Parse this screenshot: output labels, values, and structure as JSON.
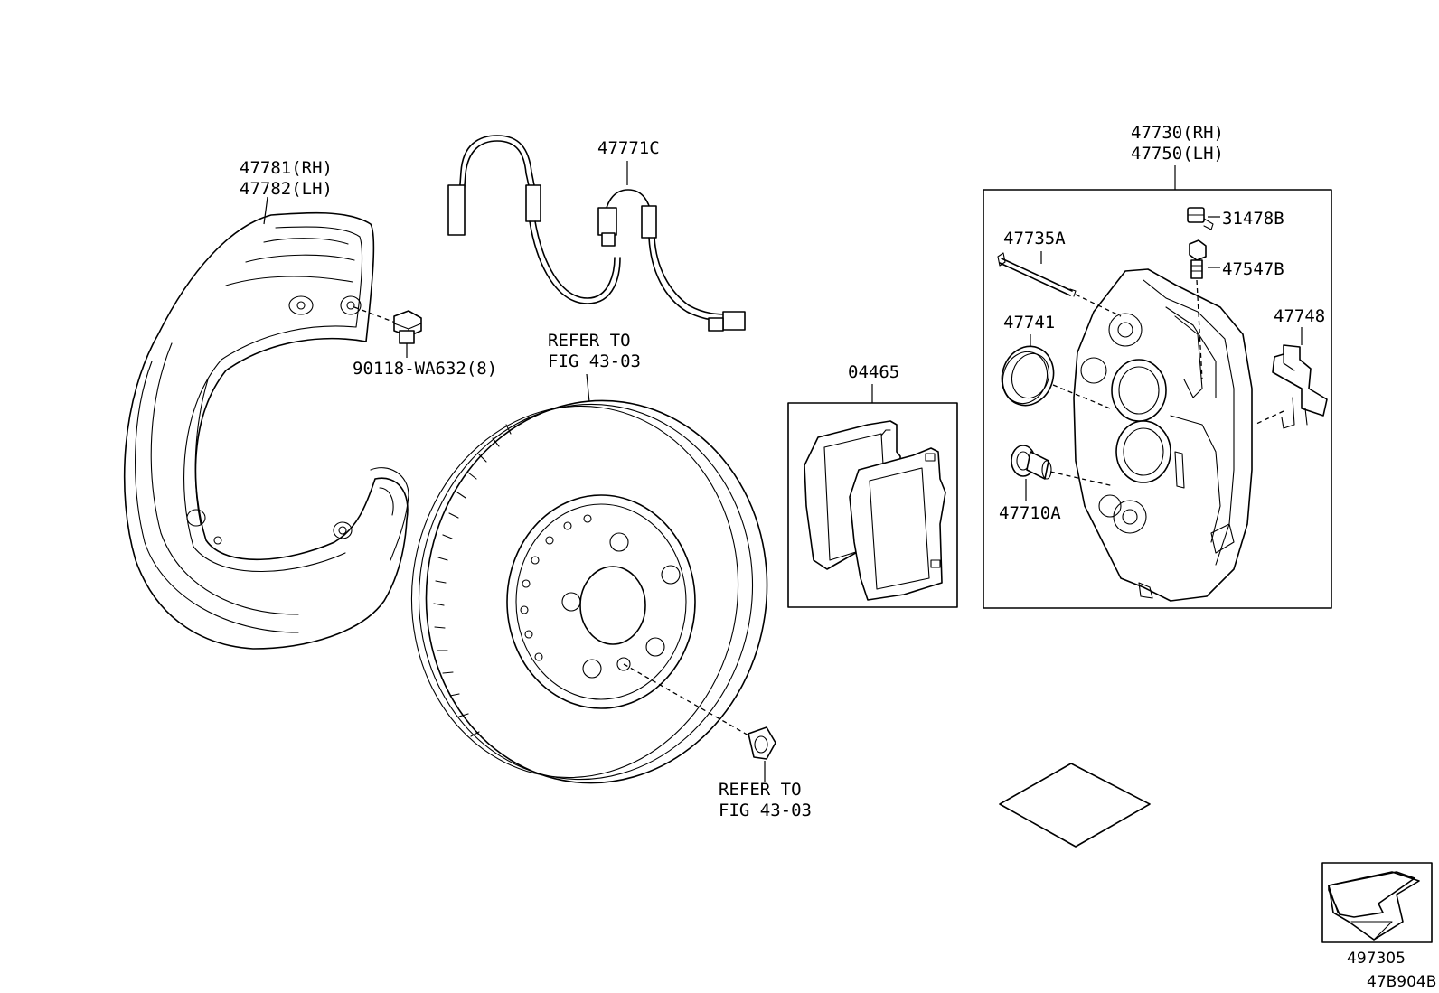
{
  "labels": {
    "shield_rh": "47781(RH)",
    "shield_lh": "47782(LH)",
    "shield_bolt": "90118-WA632(8)",
    "sensor": "47771C",
    "refer_rotor_line1": "REFER TO",
    "refer_rotor_line2": "FIG 43-03",
    "refer_screw_line1": "REFER TO",
    "refer_screw_line2": "FIG 43-03",
    "pad_kit": "04465",
    "caliper_rh": "47730(RH)",
    "caliper_lh": "47750(LH)",
    "pin": "47735A",
    "bleeder_cap": "31478B",
    "bleeder_plug": "47547B",
    "seal": "47741",
    "clip": "47748",
    "piston": "47710A"
  },
  "footer": {
    "sheet_number": "497305",
    "figure_code": "47B904B"
  },
  "icons": {
    "front_arrow": "front-direction-arrow-icon"
  }
}
